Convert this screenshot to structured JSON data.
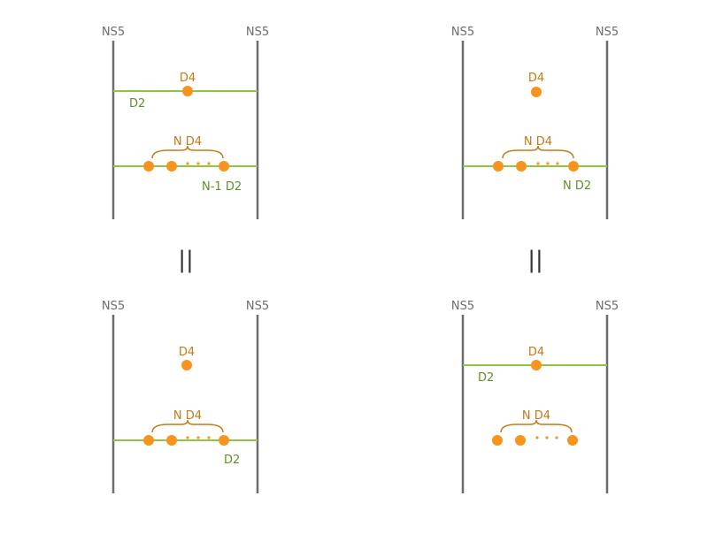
{
  "colors": {
    "ns5": "#6d6d6d",
    "d2": "#8dc63f",
    "d2_label": "#5e8f2a",
    "d4": "#f7941d",
    "d4_label": "#c07a1a",
    "equals": "#333333"
  },
  "equals_symbol": "||",
  "ellipsis": "• • •",
  "panels": [
    {
      "ns5_left": "NS5",
      "ns5_right": "NS5",
      "d4_label": "D4",
      "top_d2_label": "D2",
      "stack_label": "N D4",
      "bottom_d2_label": "N-1 D2",
      "has_top_d2": true,
      "has_bottom_d2": true
    },
    {
      "ns5_left": "NS5",
      "ns5_right": "NS5",
      "d4_label": "D4",
      "top_d2_label": "",
      "stack_label": "N D4",
      "bottom_d2_label": "N D2",
      "has_top_d2": false,
      "has_bottom_d2": true
    },
    {
      "ns5_left": "NS5",
      "ns5_right": "NS5",
      "d4_label": "D4",
      "top_d2_label": "",
      "stack_label": "N D4",
      "bottom_d2_label": "D2",
      "has_top_d2": false,
      "has_bottom_d2": true
    },
    {
      "ns5_left": "NS5",
      "ns5_right": "NS5",
      "d4_label": "D4",
      "top_d2_label": "D2",
      "stack_label": "N D4",
      "bottom_d2_label": "",
      "has_top_d2": true,
      "has_bottom_d2": false
    }
  ]
}
